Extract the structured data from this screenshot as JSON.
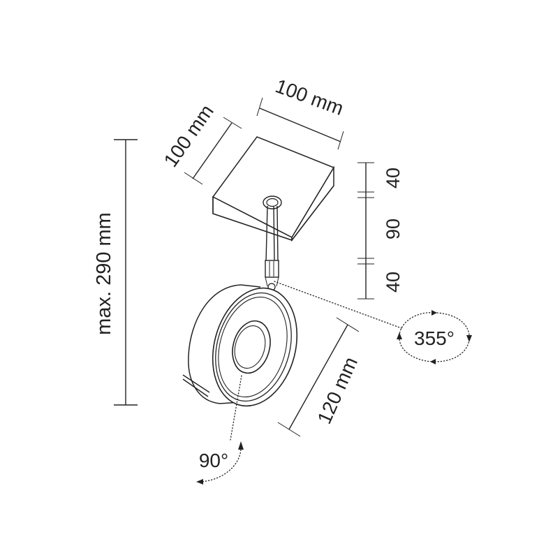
{
  "dimensions": {
    "total_height": "max. 290 mm",
    "base_depth": "100 mm",
    "base_width": "100 mm",
    "seg_top": "40",
    "seg_mid": "90",
    "seg_bottom": "40",
    "head_diameter": "120 mm"
  },
  "rotations": {
    "horizontal": "355°",
    "vertical": "90°"
  }
}
